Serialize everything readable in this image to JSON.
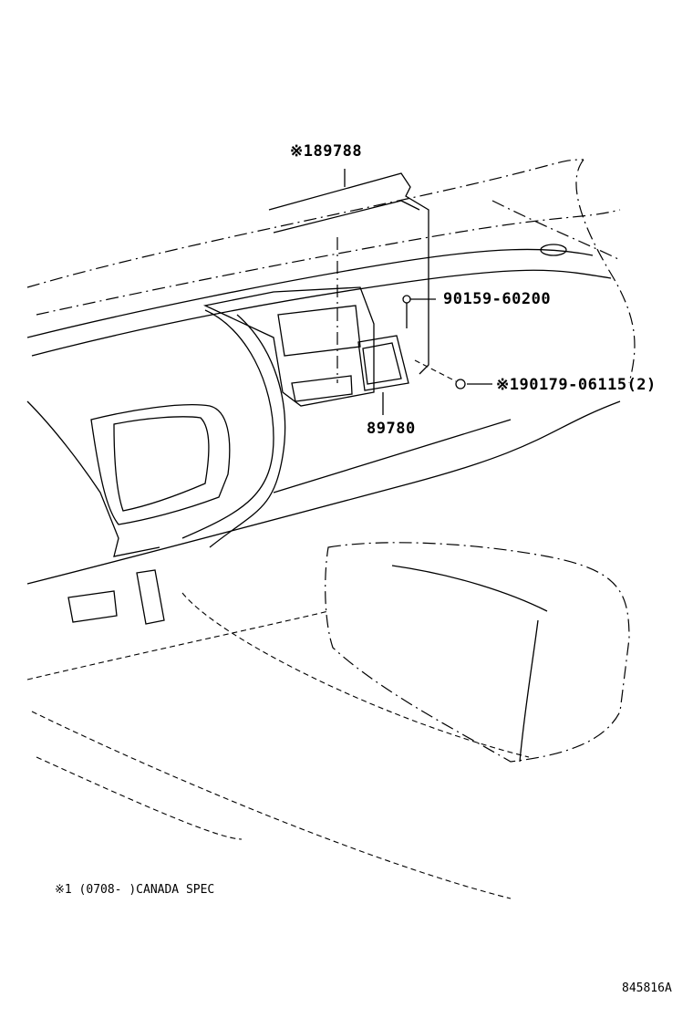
{
  "labels": {
    "part_89788": "※189788",
    "part_90159": "90159-60200",
    "part_90179": "※190179-06115(2)",
    "part_89780": "89780"
  },
  "footnote": "※1 (0708-   )CANADA SPEC",
  "diagram_id": "845816A"
}
